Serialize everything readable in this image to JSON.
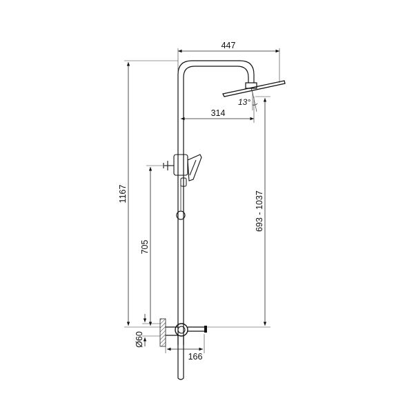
{
  "dimensions": {
    "overall_height": "1167",
    "head_projection": "447",
    "head_offset": "314",
    "head_angle": "13°",
    "adjustable_height": "693 - 1037",
    "handheld_height": "705",
    "outlet_diameter": "Ø60",
    "outlet_projection": "166"
  }
}
